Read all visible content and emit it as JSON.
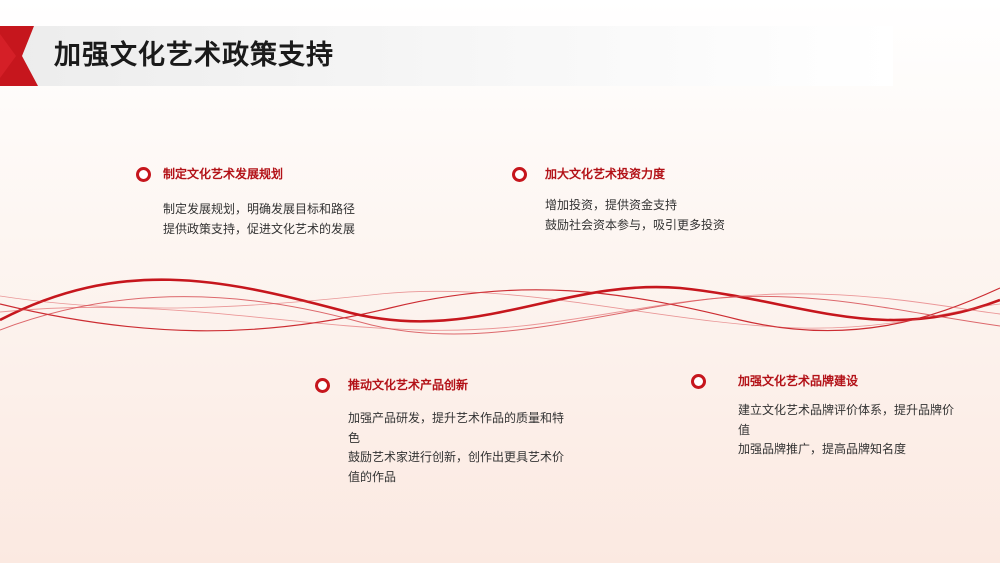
{
  "page": {
    "title": "加强文化艺术政策支持"
  },
  "colors": {
    "accent": "#c6161d",
    "title_text": "#1a1a1a",
    "item_title": "#b31218"
  },
  "items": [
    {
      "title": "制定文化艺术发展规划",
      "lines": [
        "制定发展规划，明确发展目标和路径",
        "提供政策支持，促进文化艺术的发展"
      ]
    },
    {
      "title": "加大文化艺术投资力度",
      "lines": [
        "增加投资，提供资金支持",
        "鼓励社会资本参与，吸引更多投资"
      ]
    },
    {
      "title": "推动文化艺术产品创新",
      "lines": [
        "加强产品研发，提升艺术作品的质量和特",
        "色",
        "鼓励艺术家进行创新，创作出更具艺术价",
        "值的作品"
      ]
    },
    {
      "title": "加强文化艺术品牌建设",
      "lines": [
        "建立文化艺术品牌评价体系，提升品牌价",
        "值",
        "加强品牌推广，提高品牌知名度"
      ]
    }
  ]
}
